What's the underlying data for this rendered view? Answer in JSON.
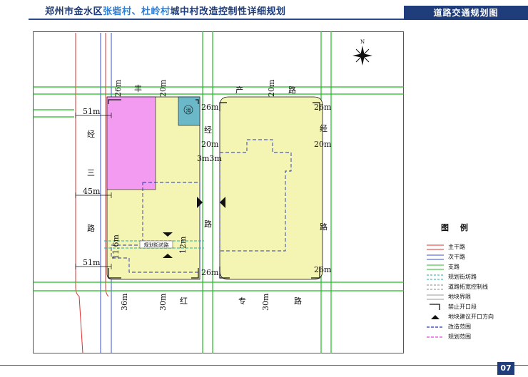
{
  "header": {
    "title_prefix": "郑州市金水区",
    "title_highlight": "张砦村、杜岭村",
    "title_suffix": "城中村改造控制性详细规划",
    "section_tag": "道路交通规划图"
  },
  "page_number": "07",
  "map": {
    "north_letter": "N",
    "fire_station_label": "消",
    "road_labels": {
      "jingsan_1": "经",
      "jingsan_2": "三",
      "jingsan_3": "路",
      "jing_1": "经",
      "jing_2": "路",
      "feng": "丰",
      "chan": "产",
      "lu_top": "路",
      "hong": "红",
      "zhuan": "专",
      "lu_bottom": "路",
      "right_1": "经",
      "right_2": "路",
      "street_road": "规划街坊路"
    },
    "widths": {
      "w51_top": "51m",
      "w45": "45m",
      "w51_bottom": "51m",
      "w26_top_left": "26m",
      "w20_top_mid": "20m",
      "w20_top_right": "20m",
      "w26_mid_left_top": "26m",
      "w20_mid_left": "20m",
      "w3m3m": "3m3m",
      "w26_right_top": "26m",
      "w20_right": "20m",
      "w26_mid_bottom": "26m",
      "w26_right_bottom": "26m",
      "w11_6m": "11.6m",
      "w12m": "12m",
      "w36m": "36m",
      "w30m_left": "30m",
      "w30m_right": "30m"
    },
    "colors": {
      "main_road": "#e0302e",
      "secondary_road": "#3a4fd0",
      "branch_road": "#22bb22",
      "street_road": "#22aaaa",
      "plot_fill": "#f5f5b3",
      "planning_fill": "#f29bf0",
      "fire_fill": "#6bb8c9",
      "boundary_dash": "#2233aa"
    }
  },
  "legend": {
    "title": "图 例",
    "items": [
      {
        "label": "主干路",
        "symbol": "main-road"
      },
      {
        "label": "次干路",
        "symbol": "secondary-road"
      },
      {
        "label": "支路",
        "symbol": "branch-road"
      },
      {
        "label": "规划街坊路",
        "symbol": "street-road"
      },
      {
        "label": "道路拓宽控制线",
        "symbol": "widening-line"
      },
      {
        "label": "地块界限",
        "symbol": "plot-boundary"
      },
      {
        "label": "禁止开口段",
        "symbol": "no-opening"
      },
      {
        "label": "地块建议开口方向",
        "symbol": "opening-direction"
      },
      {
        "label": "改造范围",
        "symbol": "renovation-scope"
      },
      {
        "label": "规划范围",
        "symbol": "planning-scope"
      }
    ]
  }
}
